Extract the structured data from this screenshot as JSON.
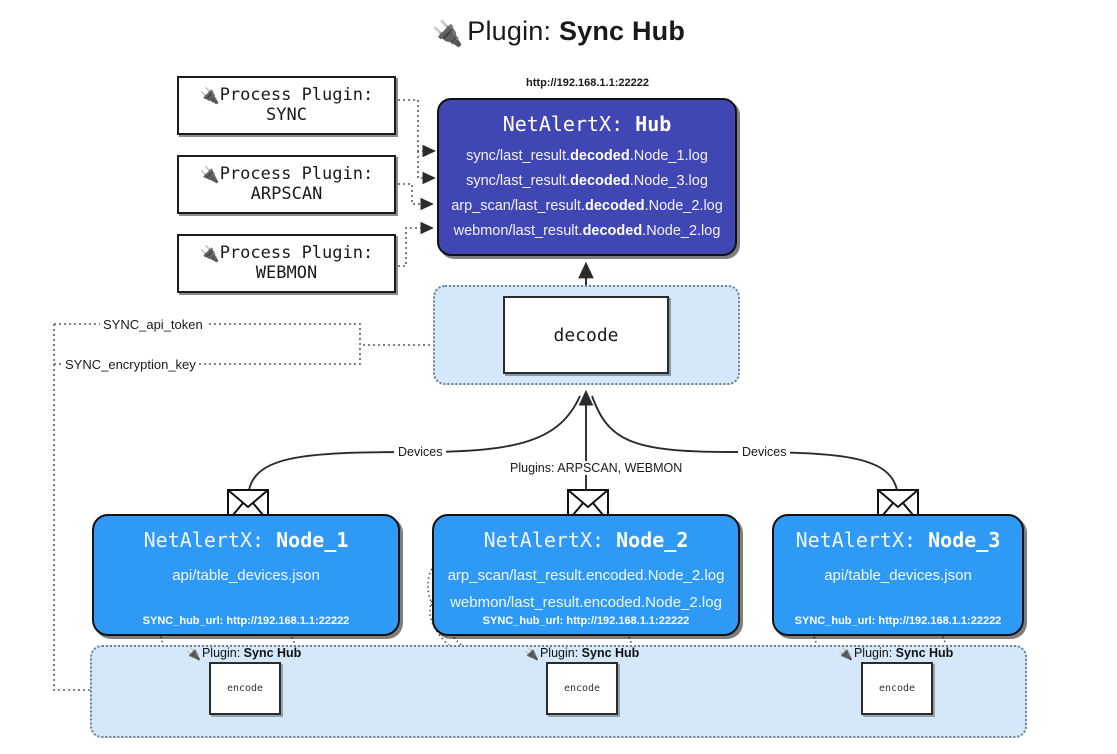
{
  "title": {
    "icon": "plug-icon",
    "lead": "Plugin:",
    "strong": "Sync Hub",
    "plug_glyph": "🔌"
  },
  "process_plugins": [
    {
      "name": "proc-sync",
      "line1": "Process Plugin:",
      "line2": "SYNC"
    },
    {
      "name": "proc-arpscan",
      "line1": "Process Plugin:",
      "line2": "ARPSCAN"
    },
    {
      "name": "proc-webmon",
      "line1": "Process Plugin:",
      "line2": "WEBMON"
    }
  ],
  "hub": {
    "url": "http://192.168.1.1:22222",
    "title_prefix": "NetAlertX:",
    "title_name": "Hub",
    "lines": [
      {
        "pre": "sync/last_result.",
        "mid": "decoded",
        "post": ".Node_1.log"
      },
      {
        "pre": "sync/last_result.",
        "mid": "decoded",
        "post": ".Node_3.log"
      },
      {
        "pre": "arp_scan/last_result.",
        "mid": "decoded",
        "post": ".Node_2.log"
      },
      {
        "pre": "webmon/last_result.",
        "mid": "decoded",
        "post": ".Node_2.log"
      }
    ],
    "fill": "#4046b4"
  },
  "decode": {
    "label": "decode",
    "container_fill": "#d4e8fa"
  },
  "keys": {
    "api_token": "SYNC_api_token",
    "encryption_key": "SYNC_encryption_key"
  },
  "edges": {
    "devices_left": "Devices",
    "devices_right": "Devices",
    "plugins_middle": "Plugins: ARPSCAN, WEBMON"
  },
  "nodes": [
    {
      "id": "node1",
      "title_prefix": "NetAlertX:",
      "title_name": "Node_1",
      "lines": [
        "api/table_devices.json"
      ],
      "footer": "SYNC_hub_url: http://192.168.1.1:22222",
      "fill": "#2f9af5",
      "envelope_icon": "envelope-icon"
    },
    {
      "id": "node2",
      "title_prefix": "NetAlertX:",
      "title_name": "Node_2",
      "lines": [
        "arp_scan/last_result.encoded.Node_2.log",
        "webmon/last_result.encoded.Node_2.log"
      ],
      "footer": "SYNC_hub_url: http://192.168.1.1:22222",
      "fill": "#2f9af5",
      "envelope_icon": "envelope-icon"
    },
    {
      "id": "node3",
      "title_prefix": "NetAlertX:",
      "title_name": "Node_3",
      "lines": [
        "api/table_devices.json"
      ],
      "footer": "SYNC_hub_url: http://192.168.1.1:22222",
      "fill": "#2f9af5",
      "envelope_icon": "envelope-icon"
    }
  ],
  "bottom": {
    "container_fill": "#d4e8fa",
    "plugin_caption_lead": "Plugin:",
    "plugin_caption_strong": "Sync Hub",
    "encode_label": "encode",
    "items": [
      "encode",
      "encode",
      "encode"
    ]
  }
}
